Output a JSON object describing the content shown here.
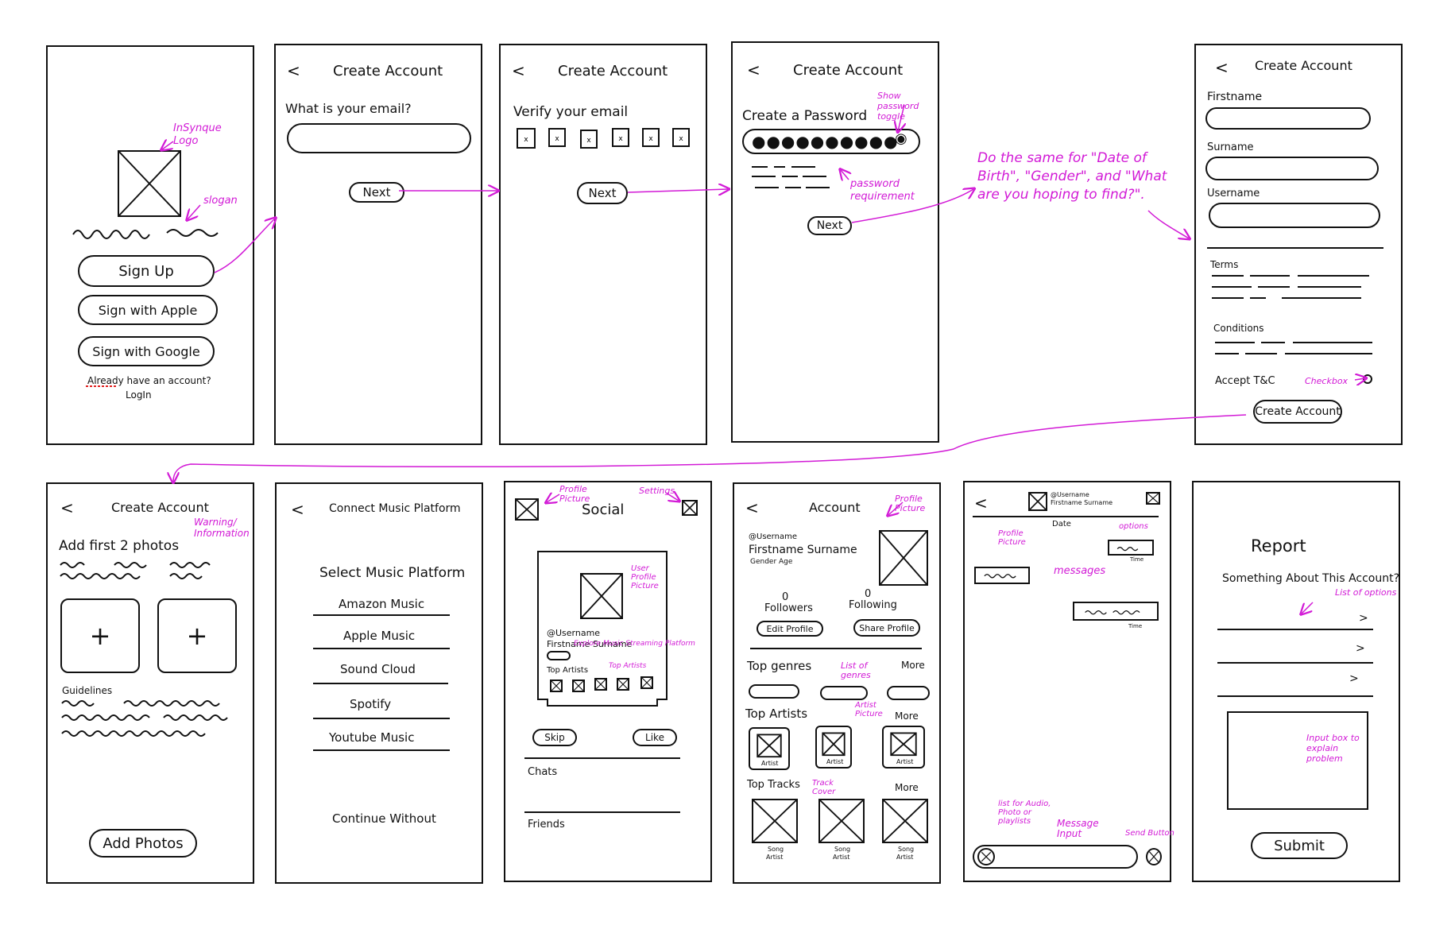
{
  "accent_color": "#d21ad6",
  "s1": {
    "notes": [
      "InSynque Logo",
      "slogan"
    ],
    "buttons": [
      "Sign Up",
      "Sign with Apple",
      "Sign with Google"
    ],
    "already": "Already have an account?",
    "login": "LogIn"
  },
  "s2": {
    "title": "Create Account",
    "question": "What is your email?",
    "next": "Next"
  },
  "s3": {
    "title": "Create Account",
    "question": "Verify your email",
    "next": "Next"
  },
  "s4": {
    "title": "Create Account",
    "question": "Create a Password",
    "next": "Next",
    "notes": [
      "Show password toggle",
      "password requirement"
    ]
  },
  "flow_note": "Do the same for \"Date of Birth\", \"Gender\", and \"What are you hoping to find?\".",
  "s5": {
    "title": "Create Account",
    "labels": [
      "Firstname",
      "Surname",
      "Username"
    ],
    "terms": "Terms",
    "conditions": "Conditions",
    "accept": "Accept T&C",
    "checkbox_note": "Checkbox",
    "button": "Create Account"
  },
  "s6": {
    "title": "Create Account",
    "heading": "Add first 2 photos",
    "warn_note": "Warning/ Information",
    "guidelines": "Guidelines",
    "button": "Add Photos"
  },
  "s7": {
    "title": "Connect Music Platform",
    "heading": "Select Music Platform",
    "platforms": [
      "Amazon Music",
      "Apple Music",
      "Sound Cloud",
      "Spotify",
      "Youtube Music"
    ],
    "continue": "Continue Without"
  },
  "s8": {
    "title": "Social",
    "notes": [
      "Profile Picture",
      "Settings",
      "User Profile Picture",
      "Top Artists"
    ],
    "username": "@Username",
    "fullname": "Firstname Surname",
    "platform_note": "Explore Music Streaming Platform",
    "top_artists": "Top Artists",
    "skip": "Skip",
    "like": "Like",
    "chats": "Chats",
    "friends": "Friends"
  },
  "s9": {
    "title": "Account",
    "username": "@Username",
    "fullname": "Firstname Surname",
    "gender_age": "Gender Age",
    "profile_note": "Profile Picture",
    "followers_count": "0",
    "followers": "Followers",
    "following_count": "0",
    "following": "Following",
    "edit": "Edit Profile",
    "share": "Share Profile",
    "top_genres": "Top genres",
    "genres_note": "List of genres",
    "more": "More",
    "top_artists": "Top Artists",
    "artist_note": "Artist Picture",
    "artist": "Artist",
    "top_tracks": "Top Tracks",
    "track_note": "Track Cover",
    "song": "Song",
    "song_artist": "Artist"
  },
  "s10": {
    "username": "@Username",
    "fullname": "Firstname Surname",
    "date": "Date",
    "profile_note": "Profile Picture",
    "options_note": "options",
    "time": "Time",
    "messages_note": "messages",
    "attach_note": "list for Audio, Photo or playlists",
    "input_note": "Message Input",
    "send_note": "Send Button"
  },
  "s11": {
    "title": "Report",
    "question": "Something About This Account?",
    "options_note": "List of options",
    "input_note": "Input box to explain problem",
    "button": "Submit"
  }
}
